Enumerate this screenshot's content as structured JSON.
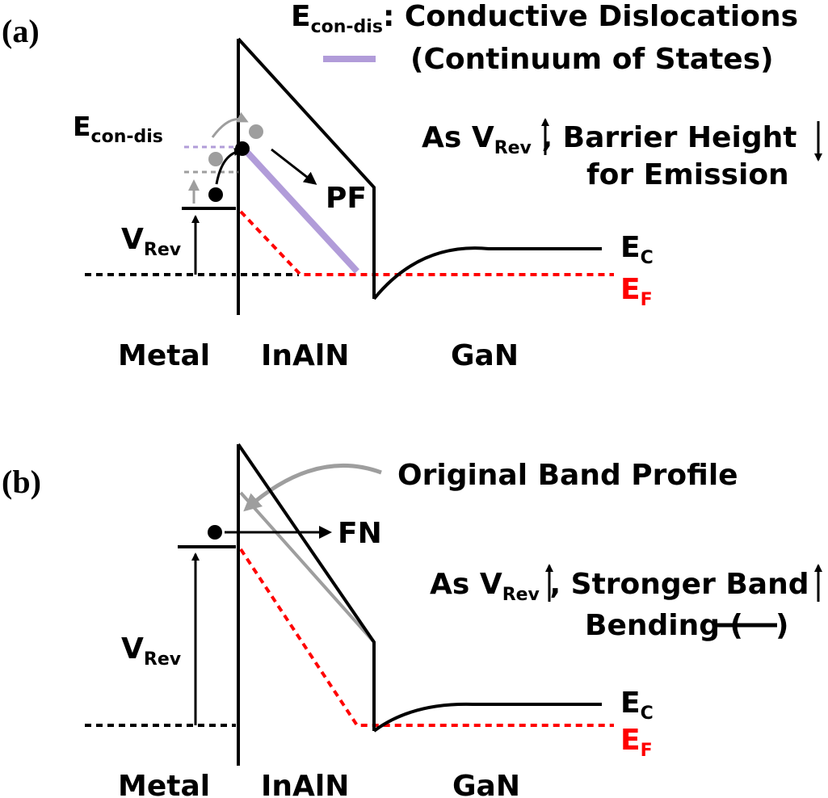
{
  "colors": {
    "band": "#000000",
    "fermi": "#ff0000",
    "dislocation": "#b19cd9",
    "original_band": "#9e9e9e",
    "ghost_electron": "#9e9e9e"
  },
  "panel_a": {
    "label": "(a)",
    "legend": {
      "title_main": "E",
      "title_sub": "con-dis",
      "title_rest": ": Conductive Dislocations",
      "line2": "(Continuum of States)"
    },
    "econ_label_main": "E",
    "econ_label_sub": "con-dis",
    "pf_label": "PF",
    "vrev_main": "V",
    "vrev_sub": "Rev",
    "note_line1_prefix": "As V",
    "note_line1_sub": "Rev",
    "note_line1_mid": ", Barrier Height",
    "note_line2": "for Emission",
    "ec_main": "E",
    "ec_sub": "C",
    "ef_main": "E",
    "ef_sub": "F",
    "regions": [
      "Metal",
      "InAlN",
      "GaN"
    ]
  },
  "panel_b": {
    "label": "(b)",
    "original_band_label": "Original Band Profile",
    "fn_label": "FN",
    "vrev_main": "V",
    "vrev_sub": "Rev",
    "note_line1_prefix": "As V",
    "note_line1_sub": "Rev",
    "note_line1_mid": ", Stronger Band",
    "note_line2": "Bending (",
    "note_line2_end": ")",
    "ec_main": "E",
    "ec_sub": "C",
    "ef_main": "E",
    "ef_sub": "F",
    "regions": [
      "Metal",
      "InAlN",
      "GaN"
    ]
  }
}
